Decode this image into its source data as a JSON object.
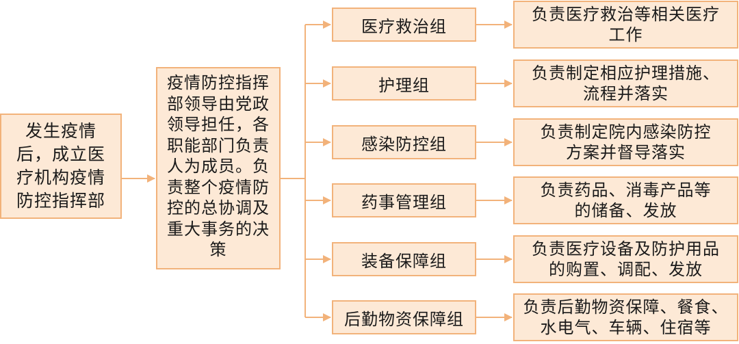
{
  "root": {
    "text": "发生疫情后，成立医疗机构疫情防控指挥部"
  },
  "command": {
    "text": "疫情防控指挥部领导由党政领导担任，各职能部门负责人为成员。负责整个疫情防控的总协调及重大事务的决策"
  },
  "groups": [
    {
      "name": "医疗救治组",
      "duty": "负责医疗救治等相关医疗\n工作"
    },
    {
      "name": "护理组",
      "duty": "负责制定相应护理措施、\n流程并落实"
    },
    {
      "name": "感染防控组",
      "duty": "负责制定院内感染防控\n方案并督导落实"
    },
    {
      "name": "药事管理组",
      "duty": "负责药品、消毒产品等\n的储备、发放"
    },
    {
      "name": "装备保障组",
      "duty": "负责医疗设备及防护用品\n的购置、调配、发放"
    },
    {
      "name": "后勤物资保障组",
      "duty": "负责后勤物资保障、餐食、\n水电气、车辆、住宿等"
    }
  ],
  "colors": {
    "box_fill": "#fde9d6",
    "box_border": "#f2b27a",
    "line": "#f2b27a"
  }
}
